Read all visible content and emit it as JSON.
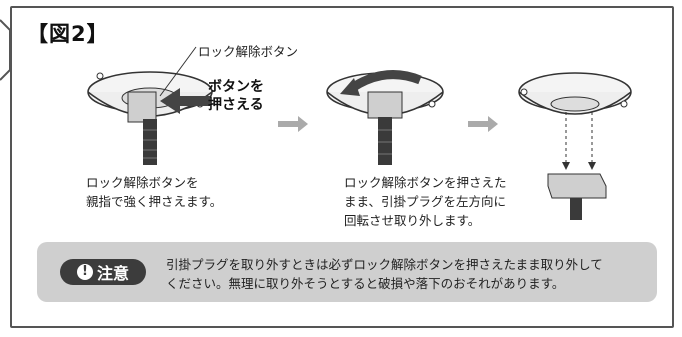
{
  "figure": {
    "title": "【図2】",
    "callout_label": "ロック解除ボタン",
    "push_label_line1": "ボタンを",
    "push_label_line2": "押さえる"
  },
  "steps": [
    {
      "caption_line1": "ロック解除ボタンを",
      "caption_line2": "親指で強く押さえます。"
    },
    {
      "caption_line1": "ロック解除ボタンを押さえた",
      "caption_line2": "まま、引掛プラグを左方向に",
      "caption_line3": "回転させ取り外します。"
    }
  ],
  "note": {
    "badge_icon": "!",
    "badge_label": "注意",
    "text_line1": "引掛プラグを取り外すときは必ずロック解除ボタンを押さえたまま取り外して",
    "text_line2": "ください。無理に取り外そうとすると破損や落下のおそれがあります。"
  },
  "colors": {
    "arrow_gray": "#aaaaaa",
    "push_arrow": "#444444",
    "note_bg": "#cfcfcf",
    "badge_bg": "#3c3c3c"
  }
}
